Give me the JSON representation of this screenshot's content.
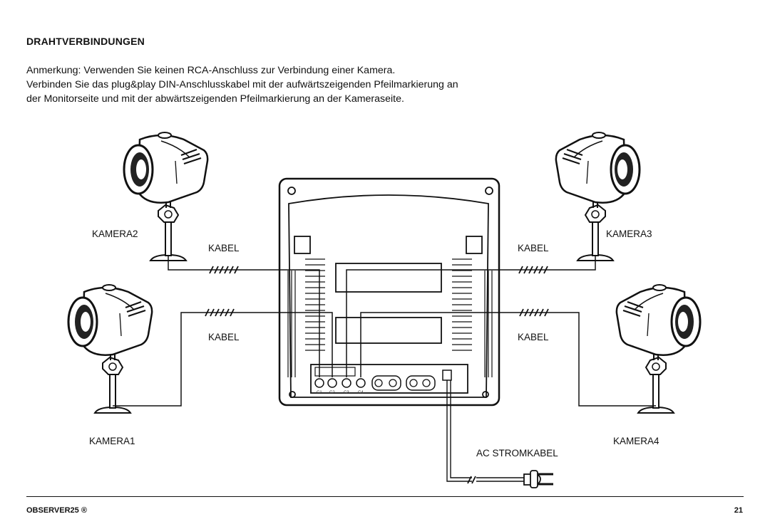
{
  "heading": "DRAHTVERBINDUNGEN",
  "paragraph": {
    "line1": "Anmerkung: Verwenden Sie keinen RCA-Anschluss zur Verbindung einer Kamera.",
    "line2": "Verbinden Sie das plug&play DIN-Anschlusskabel mit der aufwärtszeigenden Pfeilmarkierung an",
    "line3": "der Monitorseite und mit der abwärtszeigenden Pfeilmarkierung an der Kameraseite."
  },
  "diagram": {
    "camera1": "KAMERA1",
    "camera2": "KAMERA2",
    "camera3": "KAMERA3",
    "camera4": "KAMERA4",
    "cable_top_left": "KABEL",
    "cable_bottom_left": "KABEL",
    "cable_top_right": "KABEL",
    "cable_bottom_right": "KABEL",
    "power_cable": "AC STROMKABEL",
    "port_labels": [
      "C1",
      "C2",
      "C3",
      "C4"
    ]
  },
  "footer": {
    "brand": "OBSERVER25 ®",
    "page_number": "21"
  }
}
